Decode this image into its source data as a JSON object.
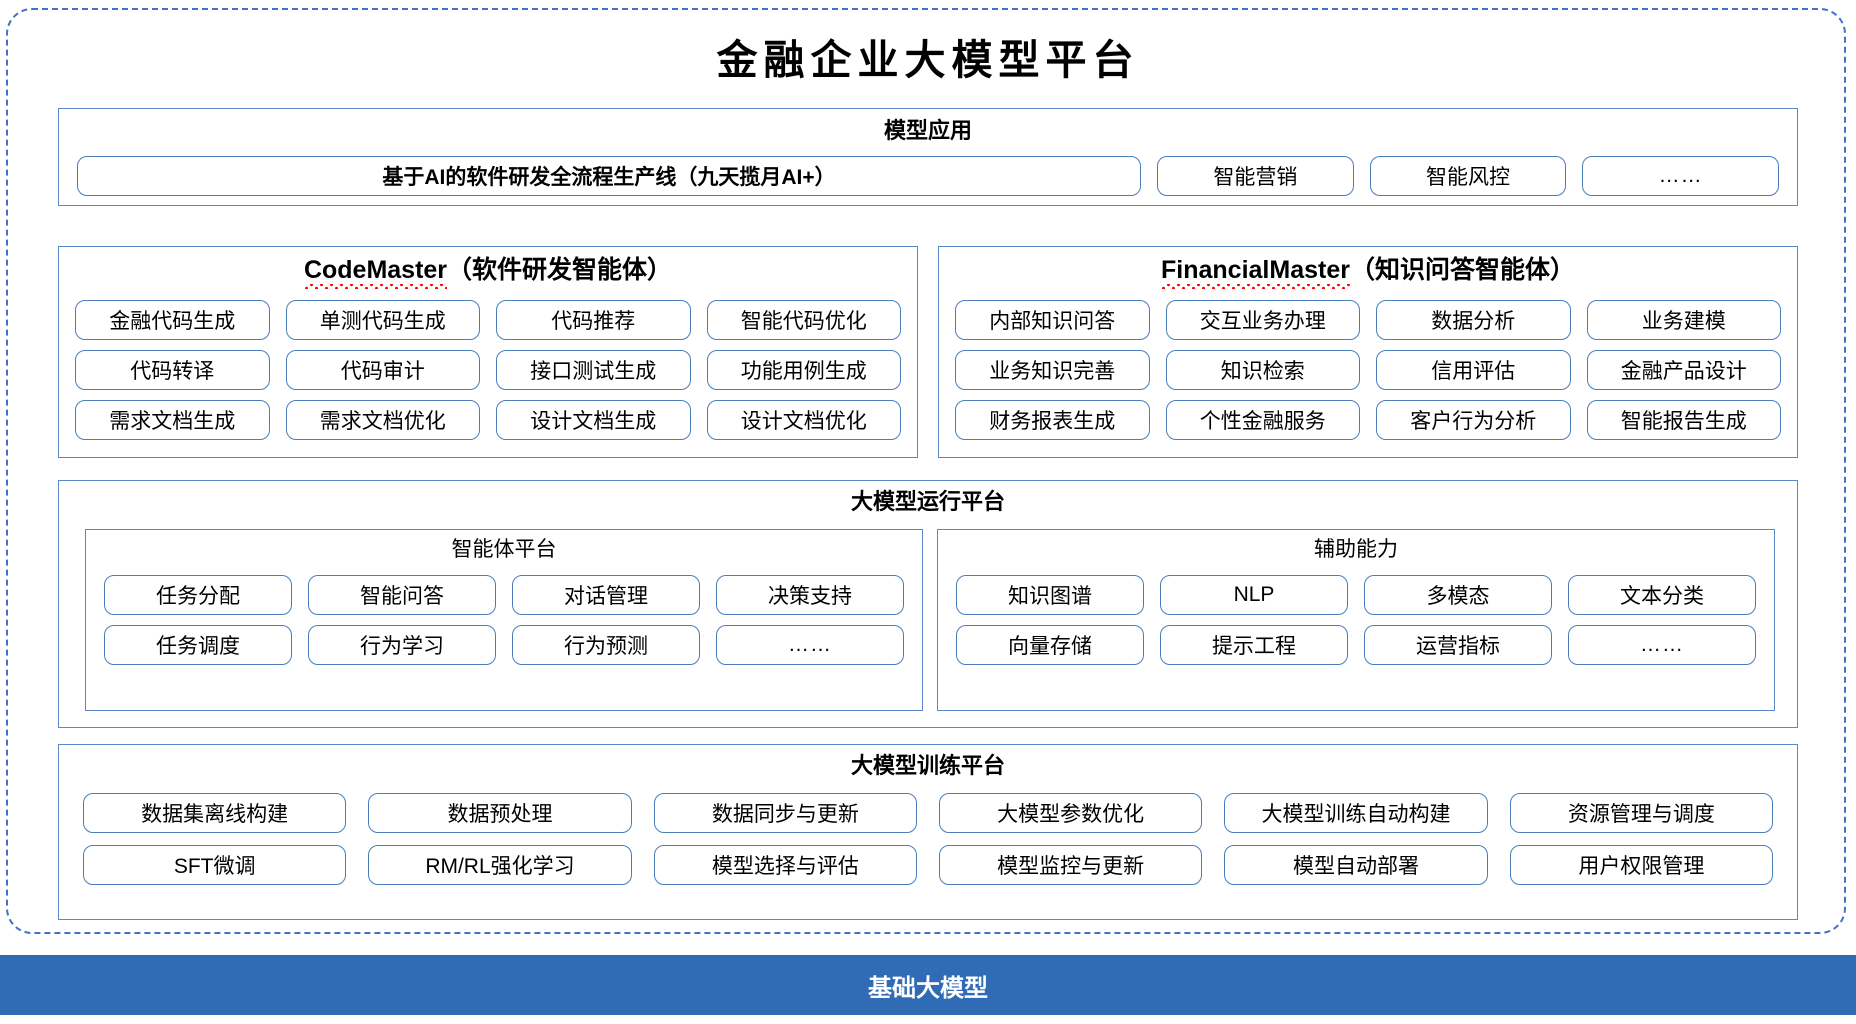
{
  "colors": {
    "frame_border": "#4472c4",
    "panel_border": "#5b86c8",
    "chip_border": "#4a7ebb",
    "base_bar_bg": "#2f6cb5",
    "spellcheck_red": "#ff0000"
  },
  "title": "金融企业大模型平台",
  "model_application": {
    "title": "模型应用",
    "hero": "基于AI的软件研发全流程生产线（九天揽月AI+）",
    "items": [
      "智能营销",
      "智能风控",
      "……"
    ]
  },
  "code_master": {
    "name": "CodeMaster",
    "suffix": "（软件研发智能体）",
    "items": [
      "金融代码生成",
      "单测代码生成",
      "代码推荐",
      "智能代码优化",
      "代码转译",
      "代码审计",
      "接口测试生成",
      "功能用例生成",
      "需求文档生成",
      "需求文档优化",
      "设计文档生成",
      "设计文档优化"
    ]
  },
  "financial_master": {
    "name": "FinancialMaster",
    "suffix": "（知识问答智能体）",
    "items": [
      "内部知识问答",
      "交互业务办理",
      "数据分析",
      "业务建模",
      "业务知识完善",
      "知识检索",
      "信用评估",
      "金融产品设计",
      "财务报表生成",
      "个性金融服务",
      "客户行为分析",
      "智能报告生成"
    ]
  },
  "runtime_platform": {
    "title": "大模型运行平台",
    "agent_platform": {
      "title": "智能体平台",
      "items": [
        "任务分配",
        "智能问答",
        "对话管理",
        "决策支持",
        "任务调度",
        "行为学习",
        "行为预测",
        "……"
      ]
    },
    "aux_capability": {
      "title": "辅助能力",
      "items": [
        "知识图谱",
        "NLP",
        "多模态",
        "文本分类",
        "向量存储",
        "提示工程",
        "运营指标",
        "……"
      ]
    }
  },
  "training_platform": {
    "title": "大模型训练平台",
    "items": [
      "数据集离线构建",
      "数据预处理",
      "数据同步与更新",
      "大模型参数优化",
      "大模型训练自动构建",
      "资源管理与调度",
      "SFT微调",
      "RM/RL强化学习",
      "模型选择与评估",
      "模型监控与更新",
      "模型自动部署",
      "用户权限管理"
    ]
  },
  "base_model": {
    "label": "基础大模型"
  }
}
